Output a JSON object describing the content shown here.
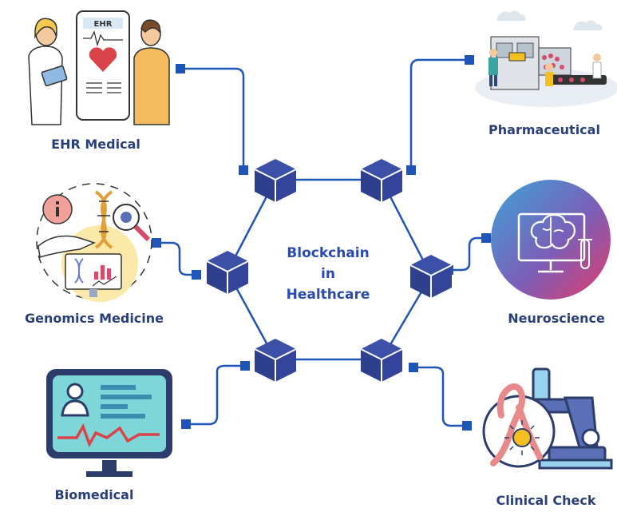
{
  "center_label": {
    "line1": "Blockchain",
    "line2": "in",
    "line3": "Healthcare"
  },
  "ehr_panel_text": "EHR",
  "nodes": {
    "ehr_medical": "EHR Medical",
    "pharmaceutical": "Pharmaceutical",
    "genomics_medicine": "Genomics Medicine",
    "neuroscience": "Neuroscience",
    "biomedical": "Biomedical",
    "clinical_check": "Clinical Check"
  },
  "colors": {
    "label_text": "#2a3f7a",
    "center_text": "#2a4bb4",
    "cube": "#33449a",
    "connector": "#1f55b8",
    "heart": "#d9434a",
    "neuro_gradient_start": "#3da3d8",
    "neuro_gradient_end": "#e33a6a"
  },
  "icons": [
    "doctor-patient-icon",
    "pharmaceutical-factory-icon",
    "dna-analysis-icon",
    "brain-monitor-icon",
    "patient-monitor-icon",
    "microscope-icon",
    "blockchain-cube-icon"
  ]
}
